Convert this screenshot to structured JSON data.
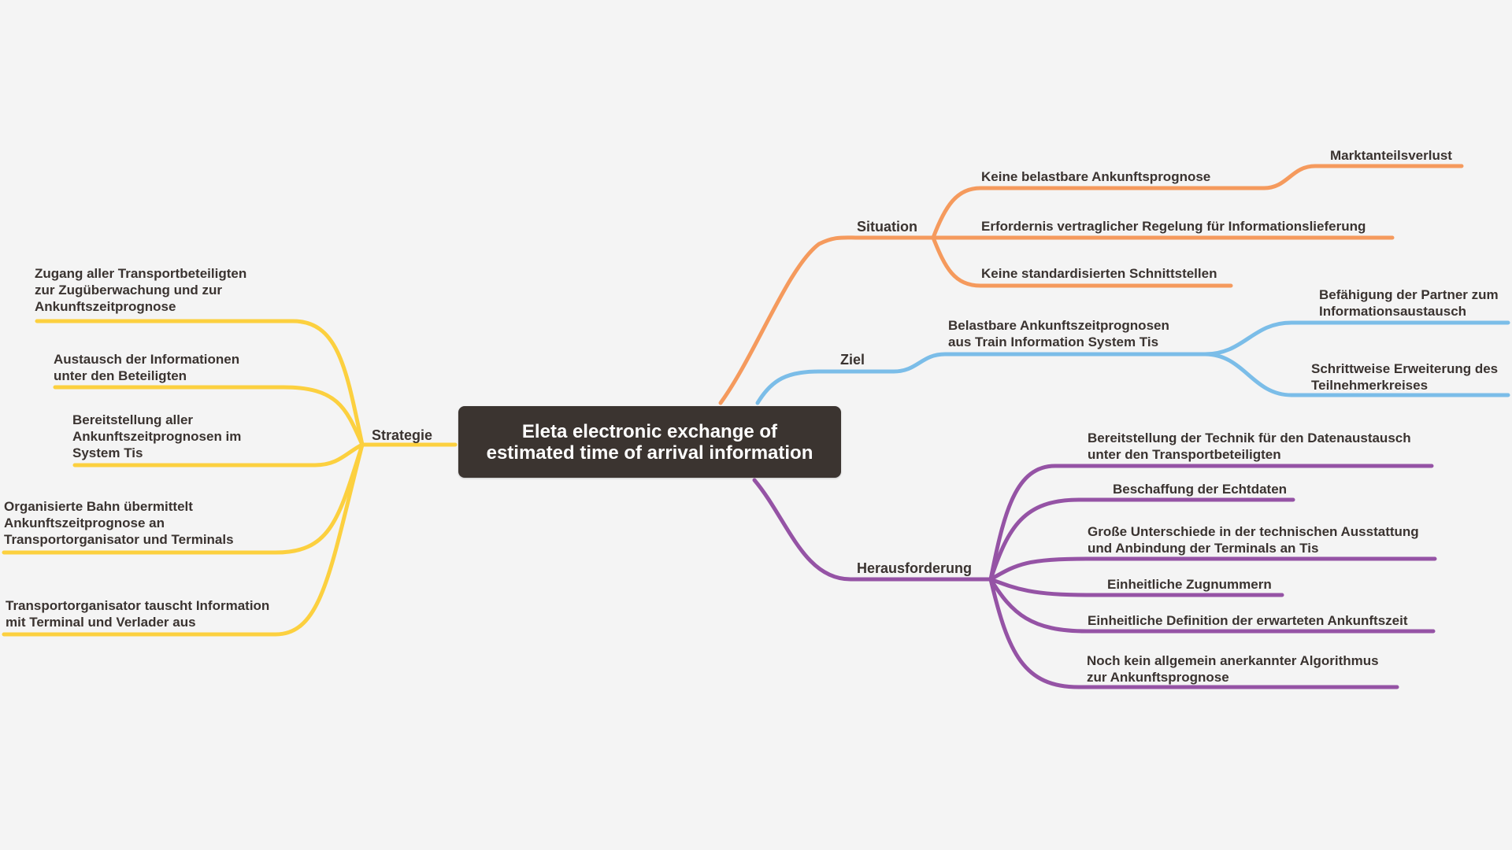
{
  "colors": {
    "background": "#f4f4f4",
    "central": "#3b3430",
    "situation": "#f59a5d",
    "ziel": "#7bbde8",
    "herausforderung": "#9553a5",
    "strategie": "#fcd03f",
    "text": "#3a3330"
  },
  "central": {
    "title": "Eleta electronic exchange of\nestimated time of arrival information"
  },
  "branches": {
    "situation": {
      "label": "Situation",
      "children": [
        {
          "label": "Keine belastbare Ankunftsprognose",
          "children": [
            {
              "label": "Marktanteilsverlust"
            }
          ]
        },
        {
          "label": "Erfordernis vertraglicher Regelung für Informationslieferung"
        },
        {
          "label": "Keine standardisierten Schnittstellen"
        }
      ]
    },
    "ziel": {
      "label": "Ziel",
      "children": [
        {
          "label": "Belastbare Ankunftszeitprognosen\naus Train Information System Tis",
          "children": [
            {
              "label": "Befähigung der Partner zum\nInformationsaustausch"
            },
            {
              "label": "Schrittweise Erweiterung des\nTeilnehmerkreises"
            }
          ]
        }
      ]
    },
    "herausforderung": {
      "label": "Herausforderung",
      "children": [
        {
          "label": "Bereitstellung der Technik für den Datenaustausch\nunter den Transportbeteiligten"
        },
        {
          "label": "Beschaffung der Echtdaten"
        },
        {
          "label": "Große Unterschiede in der technischen Ausstattung\nund Anbindung der Terminals an Tis"
        },
        {
          "label": "Einheitliche Zugnummern"
        },
        {
          "label": "Einheitliche Definition der erwarteten Ankunftszeit"
        },
        {
          "label": "Noch kein allgemein anerkannter Algorithmus\nzur Ankunftsprognose"
        }
      ]
    },
    "strategie": {
      "label": "Strategie",
      "children": [
        {
          "label": "Zugang aller Transportbeteiligten\nzur Zugüberwachung und zur\nAnkunftszeitprognose"
        },
        {
          "label": "Austausch der Informationen\nunter den Beteiligten"
        },
        {
          "label": "Bereitstellung aller\nAnkunftszeitprognosen im\nSystem Tis"
        },
        {
          "label": "Organisierte Bahn übermittelt\nAnkunftszeitprognose an\nTransportorganisator und Terminals"
        },
        {
          "label": "Transportorganisator tauscht Information\nmit Terminal und Verlader aus"
        }
      ]
    }
  }
}
